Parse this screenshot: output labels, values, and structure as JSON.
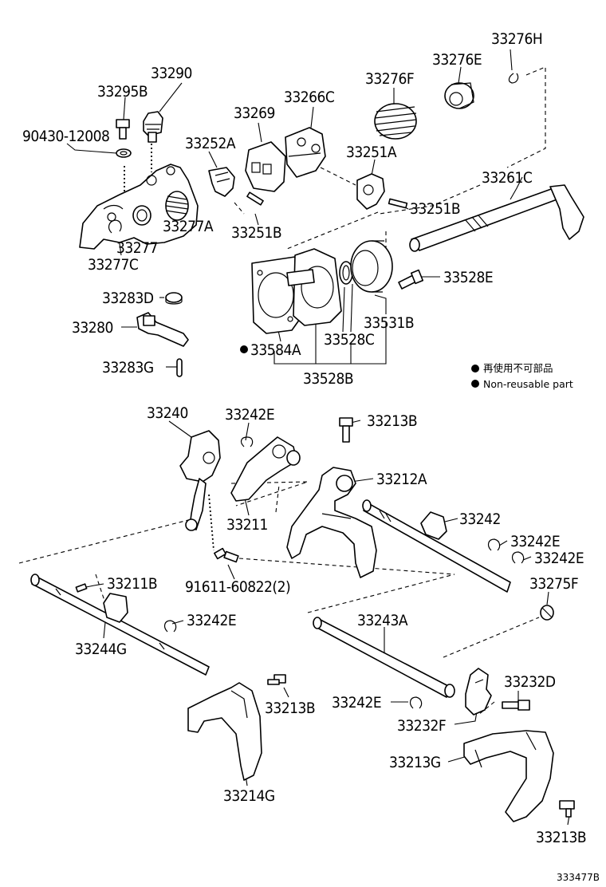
{
  "labels": {
    "l33276H": "33276H",
    "l33276E": "33276E",
    "l33290": "33290",
    "l33276F": "33276F",
    "l33295B": "33295B",
    "l33266C": "33266C",
    "l33269": "33269",
    "l90430": "90430-12008",
    "l33252A": "33252A",
    "l33251A": "33251A",
    "l33261C": "33261C",
    "l33251B_r": "33251B",
    "l33277A": "33277A",
    "l33251B_l": "33251B",
    "l33277": "33277",
    "l33277C": "33277C",
    "l33528E": "33528E",
    "l33283D": "33283D",
    "l33531B": "33531B",
    "l33280": "33280",
    "l33528C": "33528C",
    "l33584A": "33584A",
    "l33283G": "33283G",
    "l33528B": "33528B",
    "l33240": "33240",
    "l33242E_a": "33242E",
    "l33213B_a": "33213B",
    "l33212A": "33212A",
    "l33211": "33211",
    "l33242": "33242",
    "l33242E_b": "33242E",
    "l33242E_c": "33242E",
    "l91611": "91611-60822(2)",
    "l33275F": "33275F",
    "l33211B": "33211B",
    "l33242E_d": "33242E",
    "l33243A": "33243A",
    "l33244G": "33244G",
    "l33232D": "33232D",
    "l33213B_b": "33213B",
    "l33242E_e": "33242E",
    "l33232F": "33232F",
    "l33213G": "33213G",
    "l33214G": "33214G",
    "l33213B_c": "33213B"
  },
  "legend": {
    "jp": "再使用不可部品",
    "en": "Non-reusable part"
  },
  "ref_code": "333477B",
  "colors": {
    "line": "#000000",
    "background": "#ffffff"
  }
}
